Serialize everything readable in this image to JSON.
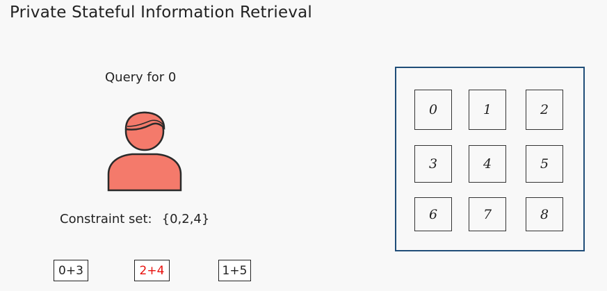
{
  "title": "Private Stateful Information Retrieval",
  "client": {
    "query_label": "Query for 0",
    "icon": "user-icon",
    "icon_color": "#f47a6b",
    "constraint_label": "Constraint set:",
    "constraint_set": "{0,2,4}"
  },
  "queries": [
    {
      "text": "0+3",
      "color": "#222222"
    },
    {
      "text": "2+4",
      "color": "#e8100c"
    },
    {
      "text": "1+5",
      "color": "#222222"
    }
  ],
  "database": {
    "border_color": "#1f4d78",
    "cells": [
      "0",
      "1",
      "2",
      "3",
      "4",
      "5",
      "6",
      "7",
      "8"
    ]
  }
}
